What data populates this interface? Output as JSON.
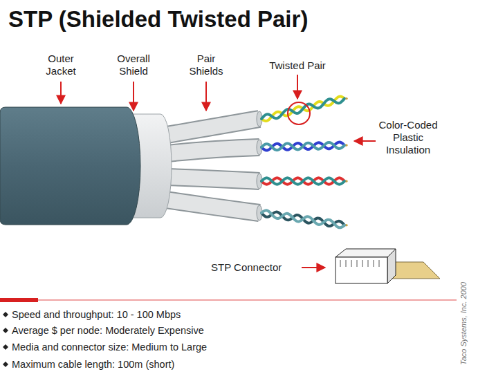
{
  "diagram": {
    "title": "STP (Shielded Twisted Pair)",
    "labels": [
      "Outer Jacket",
      "Overall Shield",
      "Pair Shields",
      "Twisted Pair",
      "Color-Coded Plastic Insulation",
      "STP Connector",
      "Speed and throughput: 10 - 100 Mbps",
      "Average $ per node: Moderately Expensive",
      "Media and connector size: Medium to Large",
      "Maximum cable length: 100m (short)",
      "Taco Systems, Inc. 2000"
    ]
  }
}
